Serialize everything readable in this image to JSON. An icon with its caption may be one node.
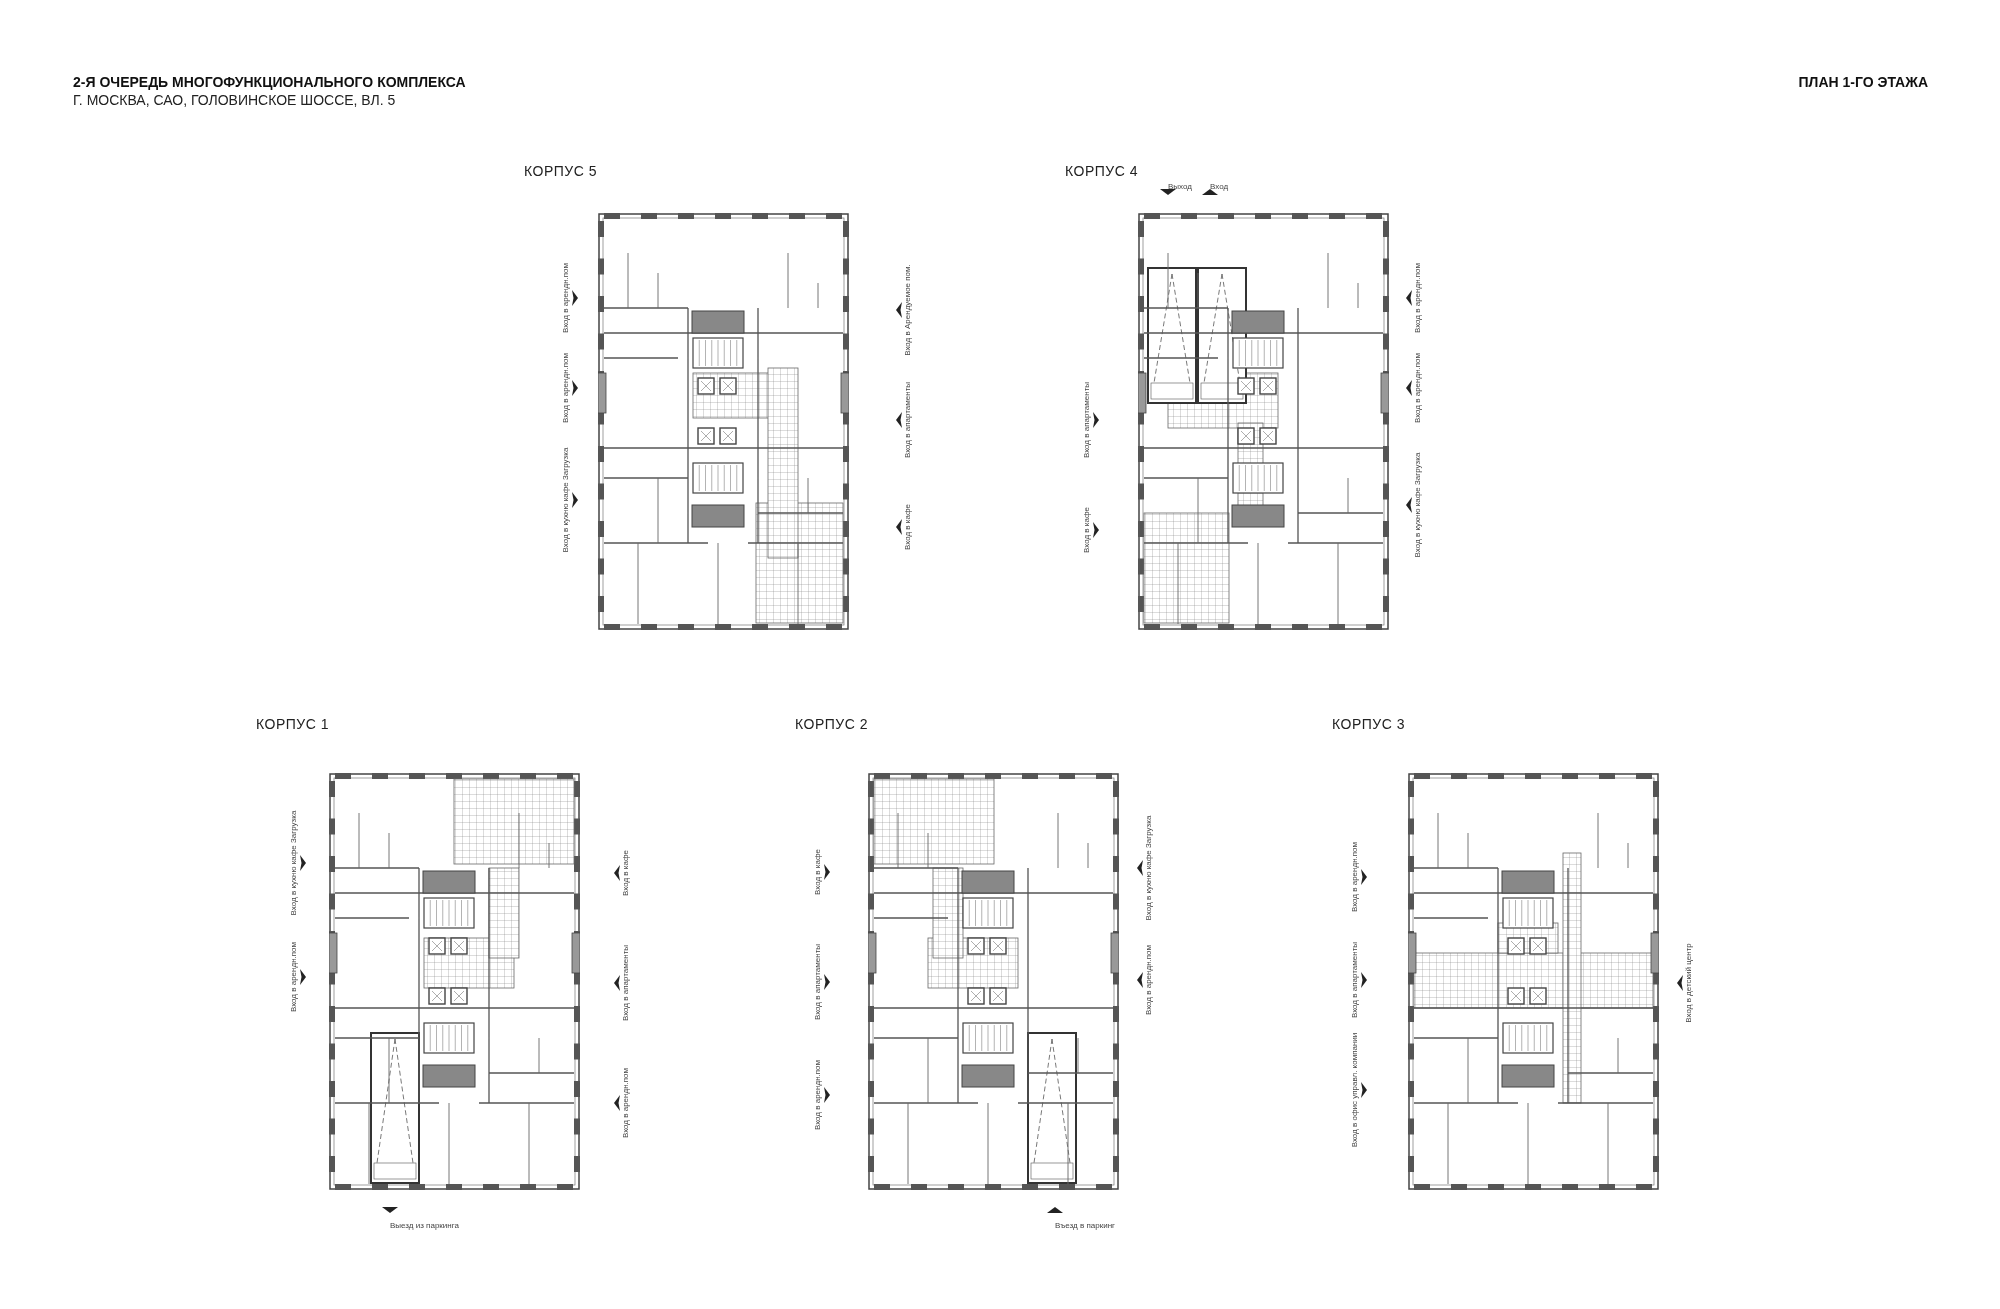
{
  "diagram": {
    "title": "2-Я ОЧЕРЕДЬ МНОГОФУНКЦИОНАЛЬНОГО КОМПЛЕКСА",
    "nodes": [
      {
        "text": [
          "КОРПУС 5"
        ],
        "beside": [
          "Вход в арендн.пом",
          "Вход в Арендуемое пом.",
          "Вход в арендн.пом",
          "Вход в апартаменты",
          "Вход в кухню кафе Загрузка",
          "Вход в кафе"
        ]
      },
      {
        "text": [
          "КОРПУС 4"
        ],
        "beside": [
          "Выход",
          "Вход",
          "Вход в арендн.пом",
          "Вход в арендн.пом",
          "Вход в апартаменты",
          "Вход в кухню кафе Загрузка",
          "Вход в кафе"
        ]
      },
      {
        "text": [
          "КОРПУС 1"
        ],
        "beside": [
          "Вход в кухню кафе Загрузка",
          "Вход в кафе",
          "Вход в арендн.пом",
          "Вход в апартаменты",
          "Вход в арендн.пом",
          "Выезд из паркинга"
        ]
      },
      {
        "text": [
          "КОРПУС 2"
        ],
        "beside": [
          "Вход в кафе",
          "Вход в кухню кафе Загрузка",
          "Вход в арендн.пом",
          "Вход в апартаменты",
          "Вход в арендн.пом",
          "Въезд в паркинг"
        ]
      },
      {
        "text": [
          "КОРПУС 3"
        ],
        "beside": [
          "Вход в арендн.пом",
          "Вход в апартаменты",
          "Вход в детский центр",
          "Вход в офис управл. компании"
        ]
      }
    ],
    "labels": [
      "Г. МОСКВА, САО, ГОЛОВИНСКОЕ ШОССЕ, ВЛ. 5",
      "ПЛАН 1-ГО ЭТАЖА"
    ]
  }
}
